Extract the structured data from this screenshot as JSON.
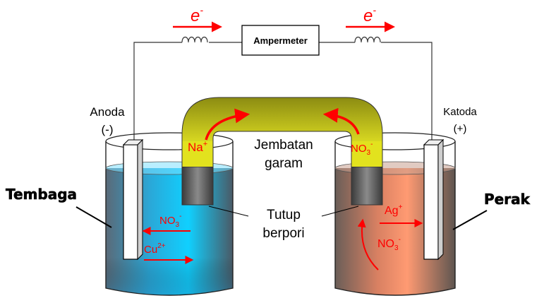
{
  "electron_left": {
    "base": "e",
    "sup": "-"
  },
  "electron_right": {
    "base": "e",
    "sup": "-"
  },
  "ammeter_label": "Ampermeter",
  "anode": {
    "name": "Anoda",
    "sign": "(-)"
  },
  "cathode": {
    "name": "Katoda",
    "sign": "(+)"
  },
  "salt_bridge": {
    "line1": "Jembatan",
    "line2": "garam",
    "left_ion": {
      "base": "Na",
      "sup": "+"
    },
    "right_ion": {
      "base": "NO",
      "sub": "3",
      "sup": "-"
    }
  },
  "porous_plug": {
    "line1": "Tutup",
    "line2": "berpori"
  },
  "left_metal": "Tembaga",
  "right_metal": "Perak",
  "left_ions": {
    "nitrate": {
      "base": "NO",
      "sub": "3",
      "sup": "-"
    },
    "copper": {
      "base": "Cu",
      "sup": "2+"
    }
  },
  "right_ions": {
    "silver": {
      "base": "Ag",
      "sup": "+"
    },
    "nitrate": {
      "base": "NO",
      "sub": "3",
      "sup": "-"
    }
  },
  "colors": {
    "left_solution": "#1ec8f0",
    "right_solution": "#f08a60",
    "salt_bridge": "#d8d820",
    "electrode": "#ffffff",
    "arrow": "#ff0000"
  }
}
